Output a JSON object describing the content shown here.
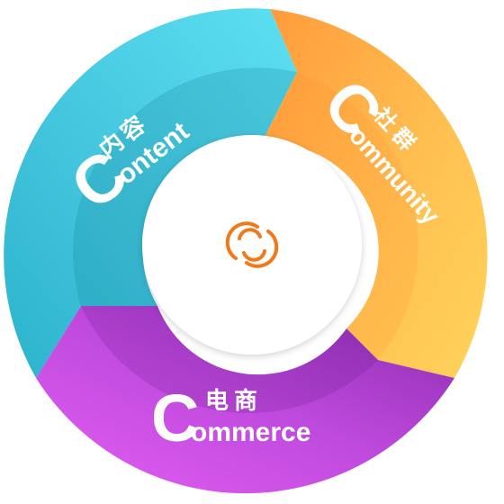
{
  "diagram": {
    "segments": [
      {
        "id": "content",
        "initial": "C",
        "word": "ontent",
        "chinese": "内容",
        "colors": [
          "#5ee0f2",
          "#2db3cc",
          "#1597ad"
        ]
      },
      {
        "id": "community",
        "initial": "C",
        "word": "ommunity",
        "chinese": "社群",
        "colors": [
          "#ffd35a",
          "#ffb04a",
          "#ff9a3a"
        ]
      },
      {
        "id": "commerce",
        "initial": "C",
        "word": "ommerce",
        "chinese": "电商",
        "colors": [
          "#e35ef3",
          "#b942d8",
          "#8a2cae"
        ]
      }
    ],
    "center_icon": "interlocking-rings-icon",
    "center_icon_color": "#f07a1a"
  }
}
